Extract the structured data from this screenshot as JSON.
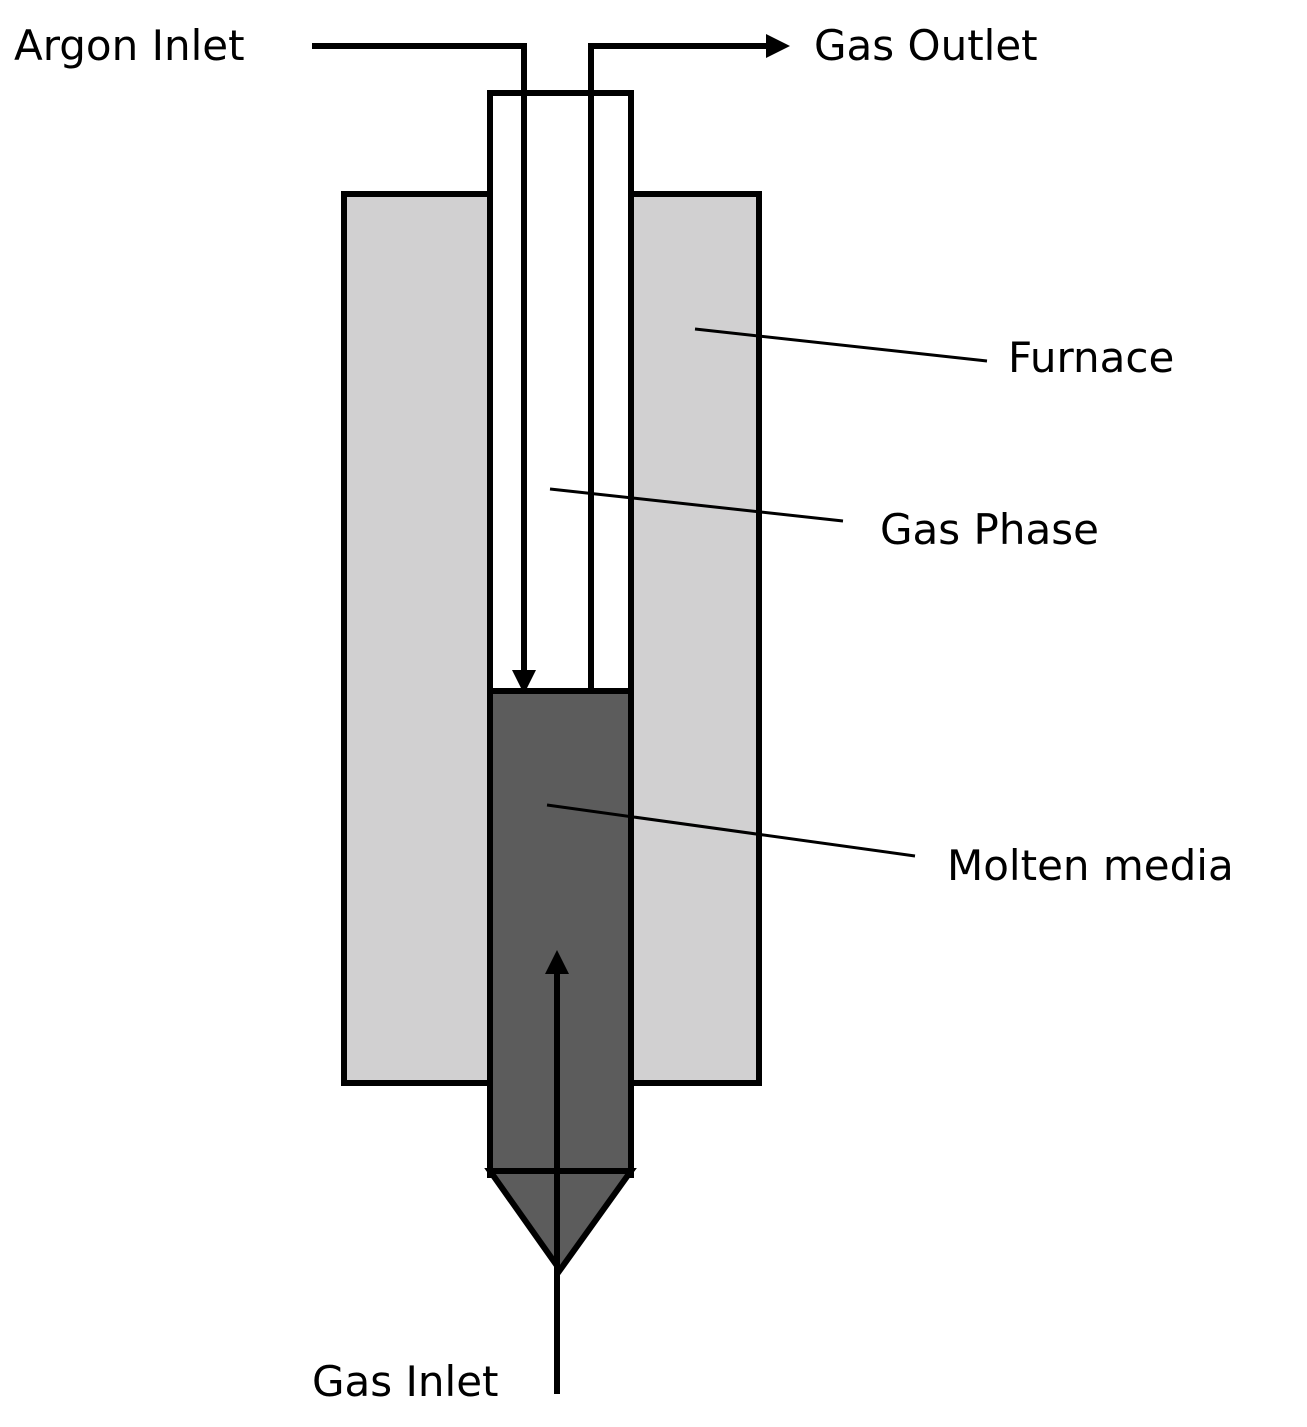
{
  "labels": {
    "argon_inlet": "Argon Inlet",
    "gas_outlet": "Gas Outlet",
    "furnace": "Furnace",
    "gas_phase": "Gas Phase",
    "molten_media": "Molten media",
    "gas_inlet": "Gas Inlet"
  },
  "colors": {
    "furnace_fill": "#d1d0d1",
    "molten_fill": "#5c5c5c",
    "tube_fill": "#ffffff",
    "stroke": "#000000"
  }
}
